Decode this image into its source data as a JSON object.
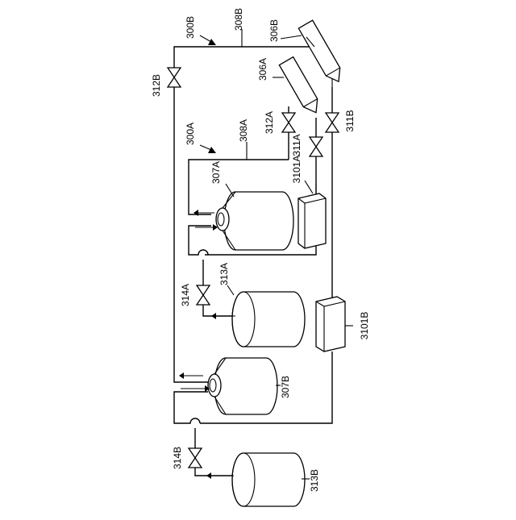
{
  "labels": {
    "l300B": "300B",
    "l308B": "308B",
    "l306B": "306B",
    "l312B": "312B",
    "l306A": "306A",
    "l312A": "312A",
    "l311B": "311B",
    "l300A": "300A",
    "l308A": "308A",
    "l311A": "311A",
    "l3101A": "3101A",
    "l307A": "307A",
    "l313A": "313A",
    "l314A": "314A",
    "l3101B": "3101B",
    "l307B": "307B",
    "l314B": "314B",
    "l313B": "313B"
  }
}
